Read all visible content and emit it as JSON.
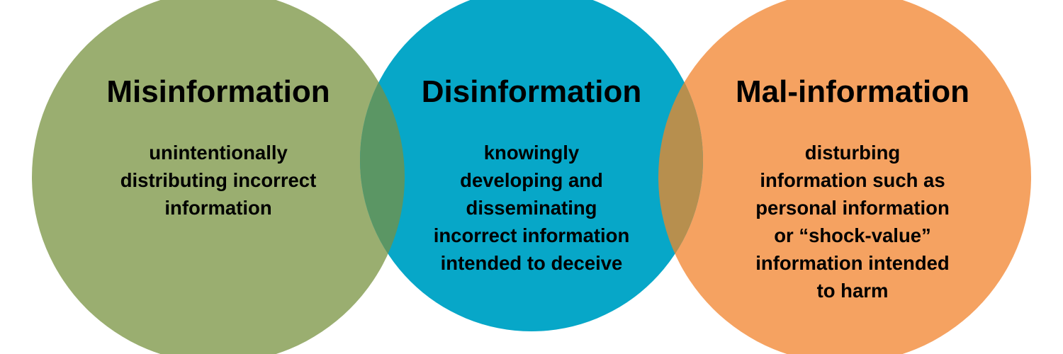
{
  "colors": {
    "green": "#9aae70",
    "teal": "#07a7c8",
    "orange": "#f5a261",
    "overlap_green_teal": "#5b9664",
    "overlap_teal_orange": "#b78f4e",
    "text": "#000000",
    "background": "#ffffff"
  },
  "circles": [
    {
      "id": "misinformation",
      "title": "Misinformation",
      "description_lines": [
        "unintentionally",
        "distributing incorrect",
        "information"
      ]
    },
    {
      "id": "disinformation",
      "title": "Disinformation",
      "description_lines": [
        "knowingly",
        "developing and",
        "disseminating",
        "incorrect information",
        "intended to deceive"
      ]
    },
    {
      "id": "malinformation",
      "title": "Mal-information",
      "description_lines": [
        "disturbing",
        "information such as",
        "personal information",
        "or “shock-value”",
        "information intended",
        "to harm"
      ]
    }
  ]
}
